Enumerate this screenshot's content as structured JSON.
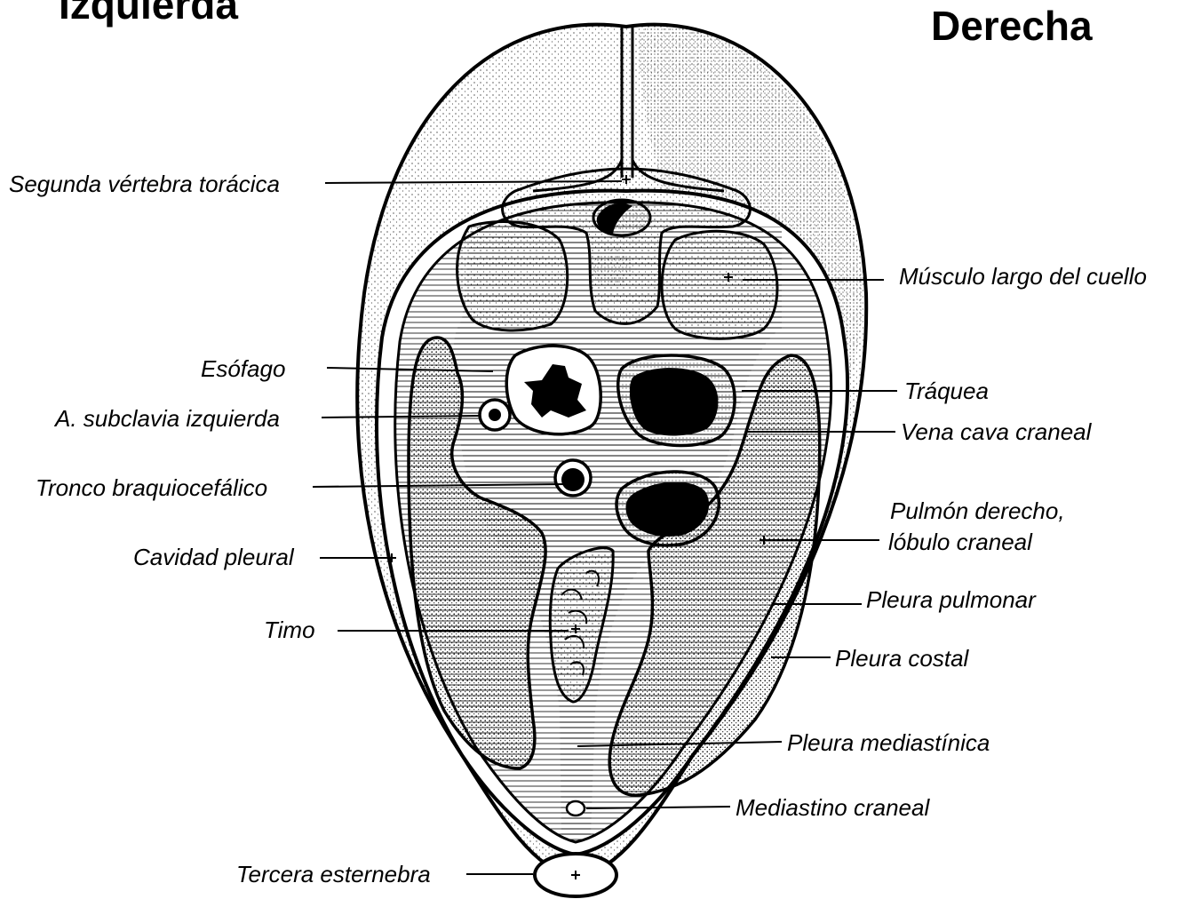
{
  "diagram": {
    "side_titles": {
      "left": "Izquierda",
      "right": "Derecha"
    },
    "labels": {
      "segunda_vertebra": "Segunda vértebra torácica",
      "esofago": "Esófago",
      "subclavia": "A. subclavia izquierda",
      "tronco": "Tronco braquiocefálico",
      "cavidad_pleural": "Cavidad pleural",
      "timo": "Timo",
      "tercera_esternebra": "Tercera esternebra",
      "musculo_largo": "Músculo largo del cuello",
      "traquea": "Tráquea",
      "vena_cava": "Vena cava craneal",
      "pulmon_derecho_1": "Pulmón derecho,",
      "pulmon_derecho_2": "lóbulo craneal",
      "pleura_pulmonar": "Pleura pulmonar",
      "pleura_costal": "Pleura costal",
      "pleura_mediastinica": "Pleura mediastínica",
      "mediastino_craneal": "Mediastino craneal"
    },
    "colors": {
      "ink": "#000000",
      "paper": "#ffffff",
      "stipple": "#9a9a9a"
    }
  }
}
